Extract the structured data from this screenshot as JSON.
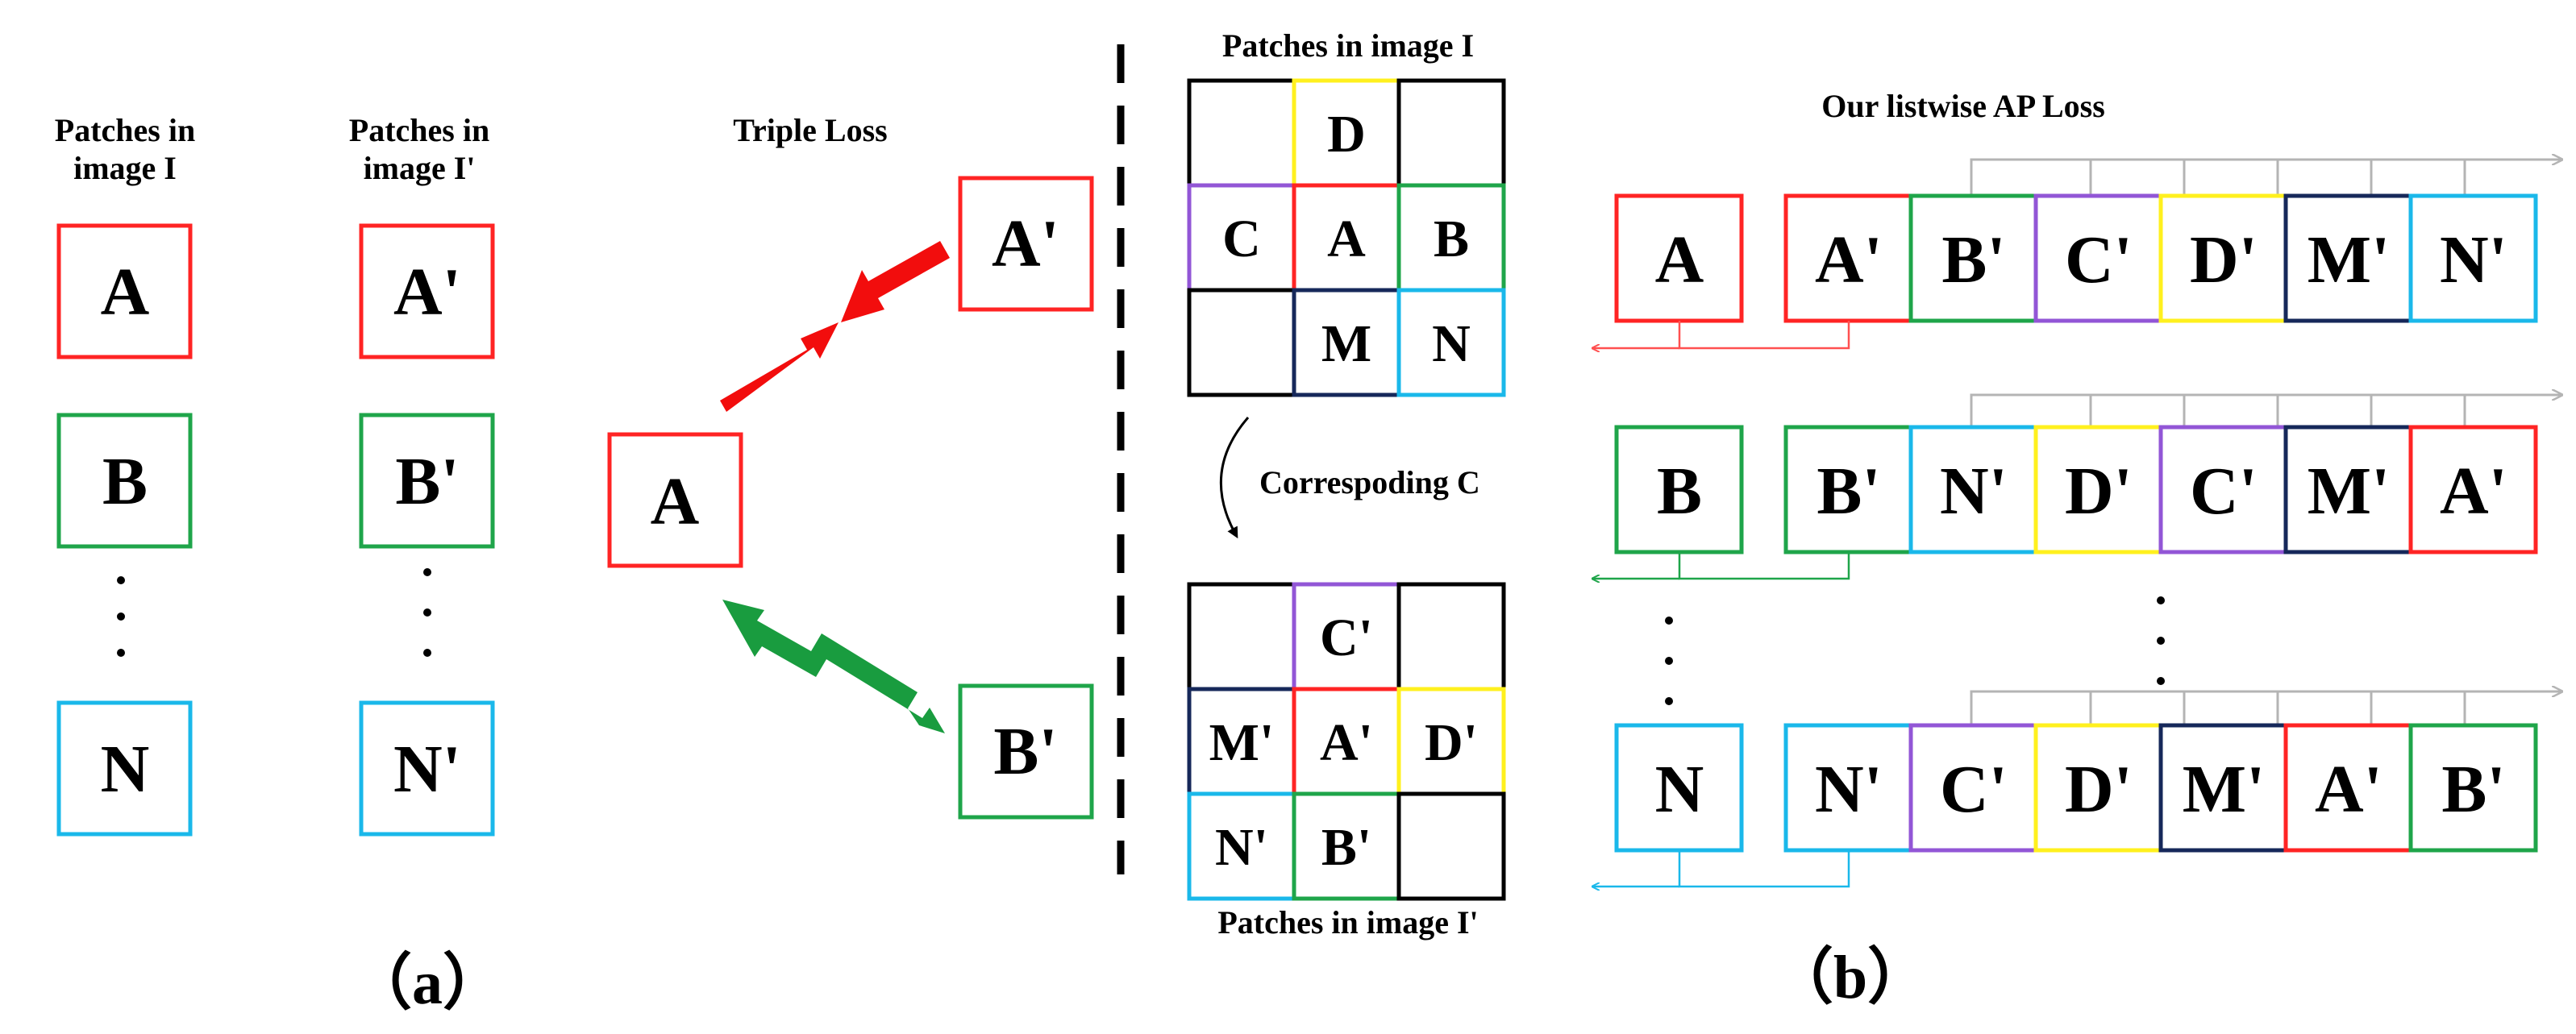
{
  "colors": {
    "red": "#ff2424",
    "green": "#1fa54a",
    "blue": "#1ab8ea",
    "yellow": "#fff01e",
    "purple": "#9256d6",
    "navy": "#16285a",
    "black": "#000000",
    "gray": "#b4b4b4",
    "arrow_red": "#f20d0d",
    "arrow_green": "#199c3f"
  },
  "panel_a": {
    "col1_caption": [
      "Patches in",
      "image I"
    ],
    "col2_caption": [
      "Patches in",
      "image I'"
    ],
    "col1_patches": [
      "A",
      "B",
      "N"
    ],
    "col2_patches": [
      "A'",
      "B'",
      "N'"
    ],
    "triple_loss_title": "Triple Loss",
    "anchor": "A",
    "positive": "A'",
    "negative": "B'",
    "grid_top_caption": "Patches in image I",
    "grid_top": [
      "",
      "D",
      "",
      "C",
      "A",
      "B",
      "",
      "M",
      "N"
    ],
    "correspond_label": "Correspoding C",
    "grid_bottom": [
      "",
      "C'",
      "",
      "M'",
      "A'",
      "D'",
      "N'",
      "B'",
      ""
    ],
    "grid_bottom_caption": "Patches in image I'",
    "sublabel": "（a）"
  },
  "panel_b": {
    "title": "Our listwise AP Loss",
    "rows": [
      {
        "query": "A",
        "list": [
          "A'",
          "B'",
          "C'",
          "D'",
          "M'",
          "N'"
        ]
      },
      {
        "query": "B",
        "list": [
          "B'",
          "N'",
          "D'",
          "C'",
          "M'",
          "A'"
        ]
      },
      {
        "query": "N",
        "list": [
          "N'",
          "C'",
          "D'",
          "M'",
          "A'",
          "B'"
        ]
      }
    ],
    "sublabel": "（b）"
  }
}
